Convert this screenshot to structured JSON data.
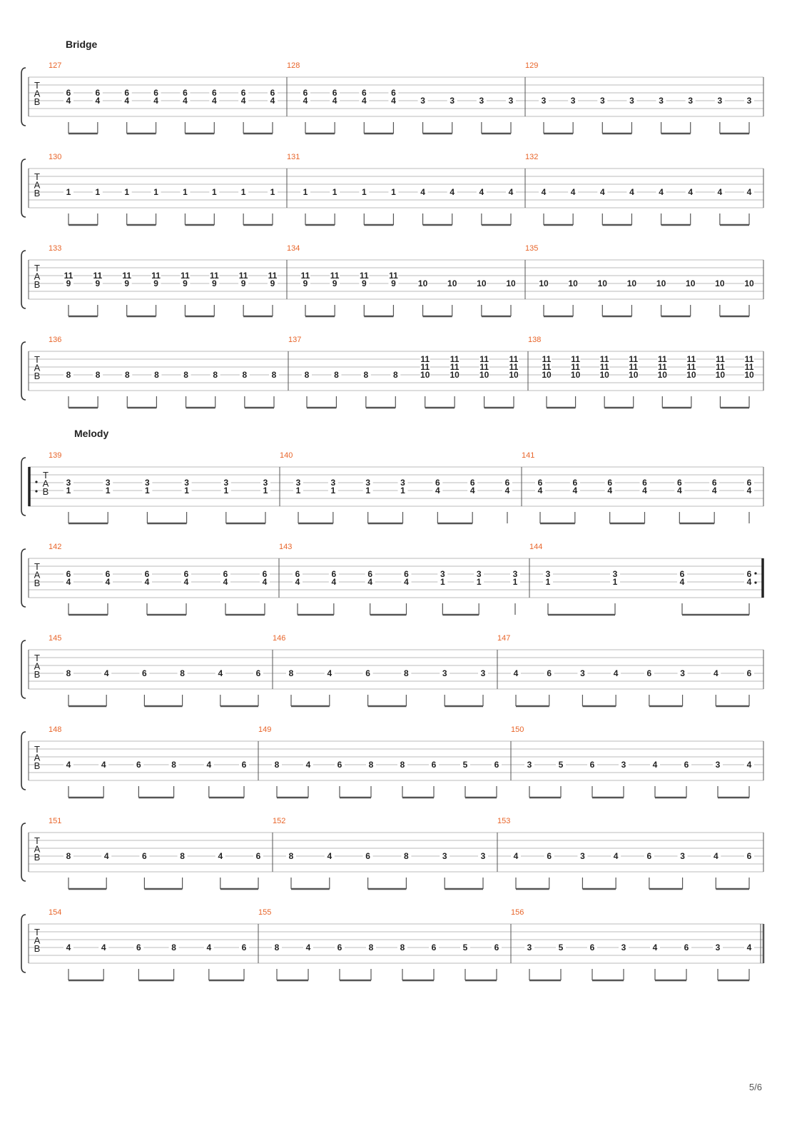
{
  "page_number": "5/6",
  "sections": [
    {
      "name": "Bridge",
      "first_system": 0
    },
    {
      "name": "Melody",
      "first_system": 4
    }
  ],
  "systems": [
    {
      "measures": [
        {
          "num": "127",
          "notes": [
            [
              "6",
              "4"
            ],
            [
              "6",
              "4"
            ],
            [
              "6",
              "4"
            ],
            [
              "6",
              "4"
            ],
            [
              "6",
              "4"
            ],
            [
              "6",
              "4"
            ],
            [
              "6",
              "4"
            ],
            [
              "6",
              "4"
            ]
          ],
          "strings": [
            1,
            2
          ]
        },
        {
          "num": "128",
          "notes": [
            [
              "6",
              "4"
            ],
            [
              "6",
              "4"
            ],
            [
              "6",
              "4"
            ],
            [
              "6",
              "4"
            ],
            [
              "3"
            ],
            [
              "3"
            ],
            [
              "3"
            ],
            [
              "3"
            ]
          ],
          "strings_mixed": true
        },
        {
          "num": "129",
          "notes": [
            [
              "3"
            ],
            [
              "3"
            ],
            [
              "3"
            ],
            [
              "3"
            ],
            [
              "3"
            ],
            [
              "3"
            ],
            [
              "3"
            ],
            [
              "3"
            ]
          ]
        }
      ]
    },
    {
      "measures": [
        {
          "num": "130",
          "notes": [
            [
              "1"
            ],
            [
              "1"
            ],
            [
              "1"
            ],
            [
              "1"
            ],
            [
              "1"
            ],
            [
              "1"
            ],
            [
              "1"
            ],
            [
              "1"
            ]
          ]
        },
        {
          "num": "131",
          "notes": [
            [
              "1"
            ],
            [
              "1"
            ],
            [
              "1"
            ],
            [
              "1"
            ],
            [
              "4"
            ],
            [
              "4"
            ],
            [
              "4"
            ],
            [
              "4"
            ]
          ]
        },
        {
          "num": "132",
          "notes": [
            [
              "4"
            ],
            [
              "4"
            ],
            [
              "4"
            ],
            [
              "4"
            ],
            [
              "4"
            ],
            [
              "4"
            ],
            [
              "4"
            ],
            [
              "4"
            ]
          ]
        }
      ]
    },
    {
      "measures": [
        {
          "num": "133",
          "notes": [
            [
              "11",
              "9"
            ],
            [
              "11",
              "9"
            ],
            [
              "11",
              "9"
            ],
            [
              "11",
              "9"
            ],
            [
              "11",
              "9"
            ],
            [
              "11",
              "9"
            ],
            [
              "11",
              "9"
            ],
            [
              "11",
              "9"
            ]
          ]
        },
        {
          "num": "134",
          "notes": [
            [
              "11",
              "9"
            ],
            [
              "11",
              "9"
            ],
            [
              "11",
              "9"
            ],
            [
              "11",
              "9"
            ],
            [
              "10"
            ],
            [
              "10"
            ],
            [
              "10"
            ],
            [
              "10"
            ]
          ]
        },
        {
          "num": "135",
          "notes": [
            [
              "10"
            ],
            [
              "10"
            ],
            [
              "10"
            ],
            [
              "10"
            ],
            [
              "10"
            ],
            [
              "10"
            ],
            [
              "10"
            ],
            [
              "10"
            ]
          ]
        }
      ]
    },
    {
      "measures": [
        {
          "num": "136",
          "notes": [
            [
              "8"
            ],
            [
              "8"
            ],
            [
              "8"
            ],
            [
              "8"
            ],
            [
              "8"
            ],
            [
              "8"
            ],
            [
              "8"
            ],
            [
              "8"
            ]
          ]
        },
        {
          "num": "137",
          "notes": [
            [
              "8"
            ],
            [
              "8"
            ],
            [
              "8"
            ],
            [
              "8"
            ],
            [
              "11",
              "11",
              "10"
            ],
            [
              "11",
              "11",
              "10"
            ],
            [
              "11",
              "11",
              "10"
            ],
            [
              "11",
              "11",
              "10"
            ]
          ]
        },
        {
          "num": "138",
          "notes": [
            [
              "11",
              "11",
              "10"
            ],
            [
              "11",
              "11",
              "10"
            ],
            [
              "11",
              "11",
              "10"
            ],
            [
              "11",
              "11",
              "10"
            ],
            [
              "11",
              "11",
              "10"
            ],
            [
              "11",
              "11",
              "10"
            ],
            [
              "11",
              "11",
              "10"
            ],
            [
              "11",
              "11",
              "10"
            ]
          ]
        }
      ]
    },
    {
      "measures": [
        {
          "num": "139",
          "notes": [
            [
              "3",
              "1"
            ],
            [
              "3",
              "1"
            ],
            [
              "3",
              "1"
            ],
            [
              "3",
              "1"
            ],
            [
              "3",
              "1"
            ],
            [
              "3",
              "1"
            ]
          ]
        },
        {
          "num": "140",
          "notes": [
            [
              "3",
              "1"
            ],
            [
              "3",
              "1"
            ],
            [
              "3",
              "1"
            ],
            [
              "3",
              "1"
            ],
            [
              "6",
              "4"
            ],
            [
              "6",
              "4"
            ],
            [
              "6",
              "4"
            ]
          ]
        },
        {
          "num": "141",
          "notes": [
            [
              "6",
              "4"
            ],
            [
              "6",
              "4"
            ],
            [
              "6",
              "4"
            ],
            [
              "6",
              "4"
            ],
            [
              "6",
              "4"
            ],
            [
              "6",
              "4"
            ],
            [
              "6",
              "4"
            ]
          ]
        }
      ]
    },
    {
      "measures": [
        {
          "num": "142",
          "notes": [
            [
              "6",
              "4"
            ],
            [
              "6",
              "4"
            ],
            [
              "6",
              "4"
            ],
            [
              "6",
              "4"
            ],
            [
              "6",
              "4"
            ],
            [
              "6",
              "4"
            ]
          ]
        },
        {
          "num": "143",
          "notes": [
            [
              "6",
              "4"
            ],
            [
              "6",
              "4"
            ],
            [
              "6",
              "4"
            ],
            [
              "6",
              "4"
            ],
            [
              "3",
              "1"
            ],
            [
              "3",
              "1"
            ],
            [
              "3",
              "1"
            ]
          ]
        },
        {
          "num": "144",
          "notes": [
            [
              "3",
              "1"
            ],
            [
              "3",
              "1"
            ],
            [
              "6",
              "4"
            ],
            [
              "6",
              "4"
            ]
          ]
        }
      ]
    },
    {
      "measures": [
        {
          "num": "145",
          "notes": [
            [
              "8"
            ],
            [
              "4"
            ],
            [
              "6"
            ],
            [
              "8"
            ],
            [
              "4"
            ],
            [
              "6"
            ]
          ]
        },
        {
          "num": "146",
          "notes": [
            [
              "8"
            ],
            [
              "4"
            ],
            [
              "6"
            ],
            [
              "8"
            ],
            [
              "3"
            ],
            [
              "3"
            ]
          ]
        },
        {
          "num": "147",
          "notes": [
            [
              "4"
            ],
            [
              "6"
            ],
            [
              "3"
            ],
            [
              "4"
            ],
            [
              "6"
            ],
            [
              "3"
            ],
            [
              "4"
            ],
            [
              "6"
            ]
          ]
        }
      ]
    },
    {
      "measures": [
        {
          "num": "148",
          "notes": [
            [
              "4"
            ],
            [
              "4"
            ],
            [
              "6"
            ],
            [
              "8"
            ],
            [
              "4"
            ],
            [
              "6"
            ]
          ]
        },
        {
          "num": "149",
          "notes": [
            [
              "8"
            ],
            [
              "4"
            ],
            [
              "6"
            ],
            [
              "8"
            ],
            [
              "8"
            ],
            [
              "6"
            ],
            [
              "5"
            ],
            [
              "6"
            ]
          ]
        },
        {
          "num": "150",
          "notes": [
            [
              "3"
            ],
            [
              "5"
            ],
            [
              "6"
            ],
            [
              "3"
            ],
            [
              "4"
            ],
            [
              "6"
            ],
            [
              "3"
            ],
            [
              "4"
            ]
          ]
        }
      ]
    },
    {
      "measures": [
        {
          "num": "151",
          "notes": [
            [
              "8"
            ],
            [
              "4"
            ],
            [
              "6"
            ],
            [
              "8"
            ],
            [
              "4"
            ],
            [
              "6"
            ]
          ]
        },
        {
          "num": "152",
          "notes": [
            [
              "8"
            ],
            [
              "4"
            ],
            [
              "6"
            ],
            [
              "8"
            ],
            [
              "3"
            ],
            [
              "3"
            ]
          ]
        },
        {
          "num": "153",
          "notes": [
            [
              "4"
            ],
            [
              "6"
            ],
            [
              "3"
            ],
            [
              "4"
            ],
            [
              "6"
            ],
            [
              "3"
            ],
            [
              "4"
            ],
            [
              "6"
            ]
          ]
        }
      ]
    },
    {
      "measures": [
        {
          "num": "154",
          "notes": [
            [
              "4"
            ],
            [
              "4"
            ],
            [
              "6"
            ],
            [
              "8"
            ],
            [
              "4"
            ],
            [
              "6"
            ]
          ]
        },
        {
          "num": "155",
          "notes": [
            [
              "8"
            ],
            [
              "4"
            ],
            [
              "6"
            ],
            [
              "8"
            ],
            [
              "8"
            ],
            [
              "6"
            ],
            [
              "5"
            ],
            [
              "6"
            ]
          ]
        },
        {
          "num": "156",
          "notes": [
            [
              "3"
            ],
            [
              "5"
            ],
            [
              "6"
            ],
            [
              "3"
            ],
            [
              "4"
            ],
            [
              "6"
            ],
            [
              "3"
            ],
            [
              "4"
            ]
          ]
        }
      ]
    }
  ]
}
